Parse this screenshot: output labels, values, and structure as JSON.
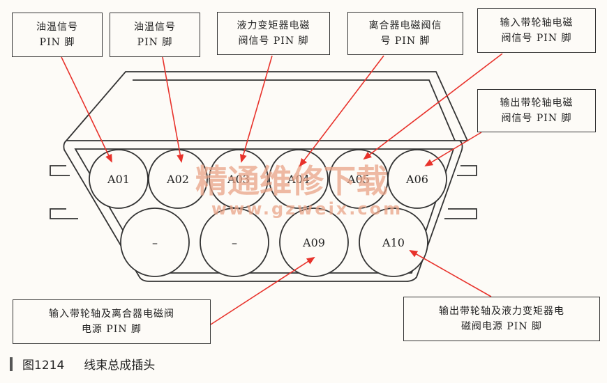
{
  "callouts": {
    "oil_temp_1": [
      "油温信号",
      "PIN 脚"
    ],
    "oil_temp_2": [
      "油温信号",
      "PIN 脚"
    ],
    "torque_conv": [
      "液力变矩器电磁",
      "阀信号 PIN 脚"
    ],
    "clutch": [
      "离合器电磁阀信",
      "号 PIN 脚"
    ],
    "input_shaft": [
      "输入带轮轴电磁",
      "阀信号 PIN 脚"
    ],
    "output_shaft": [
      "输出带轮轴电磁",
      "阀信号 PIN 脚"
    ],
    "input_power": [
      "输入带轮轴及离合器电磁阀",
      "电源 PIN 脚"
    ],
    "output_power": [
      "输出带轮轴及液力变矩器电",
      "磁阀电源 PIN 脚"
    ]
  },
  "pins": {
    "top": [
      "A01",
      "A02",
      "A03",
      "A04",
      "A05",
      "A06"
    ],
    "bottom": [
      "–",
      "–",
      "A09",
      "A10"
    ]
  },
  "watermark": {
    "cn": "精通维修下载",
    "url": "www.gzweix.com"
  },
  "caption": {
    "figure_no": "图1214",
    "title": "线束总成插头"
  },
  "colors": {
    "arrow": "#e8322b",
    "outline": "#333333",
    "watermark": "#e9a387"
  }
}
